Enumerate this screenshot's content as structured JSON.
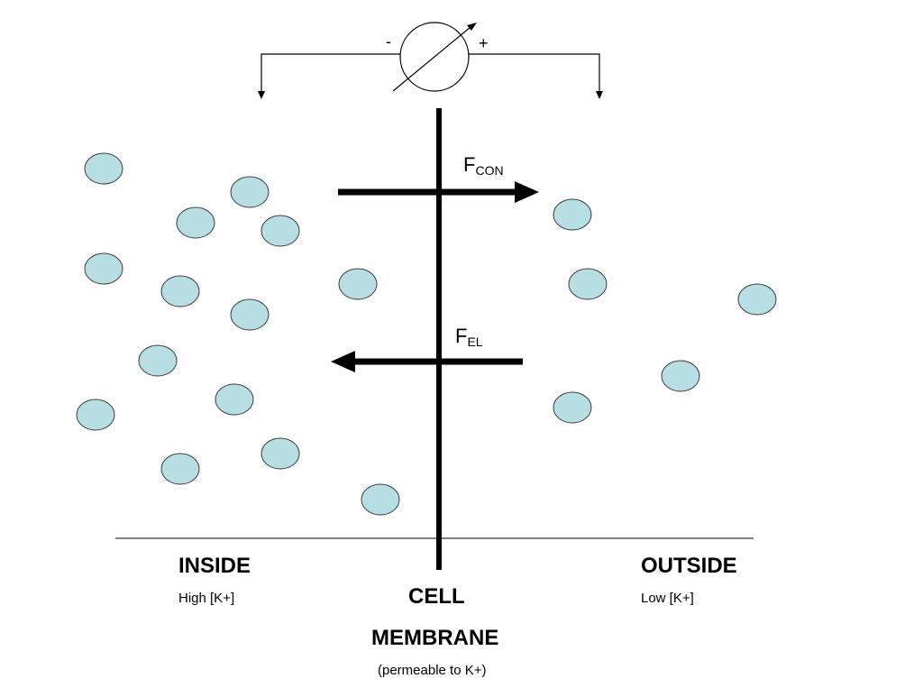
{
  "meter": {
    "minus": "-",
    "plus": "+"
  },
  "forces": {
    "con": {
      "main": "F",
      "sub": "CON"
    },
    "el": {
      "main": "F",
      "sub": "EL"
    }
  },
  "labels": {
    "inside": "INSIDE",
    "inside_sub": "High [K+]",
    "outside": "OUTSIDE",
    "outside_sub": "Low [K+]",
    "membrane_line1": "CELL",
    "membrane_line2": "MEMBRANE",
    "membrane_sub": "(permeable to K+)"
  },
  "colors": {
    "ion_fill": "#b7dfe3",
    "ion_stroke": "#3a3a3a",
    "line": "#000000"
  }
}
